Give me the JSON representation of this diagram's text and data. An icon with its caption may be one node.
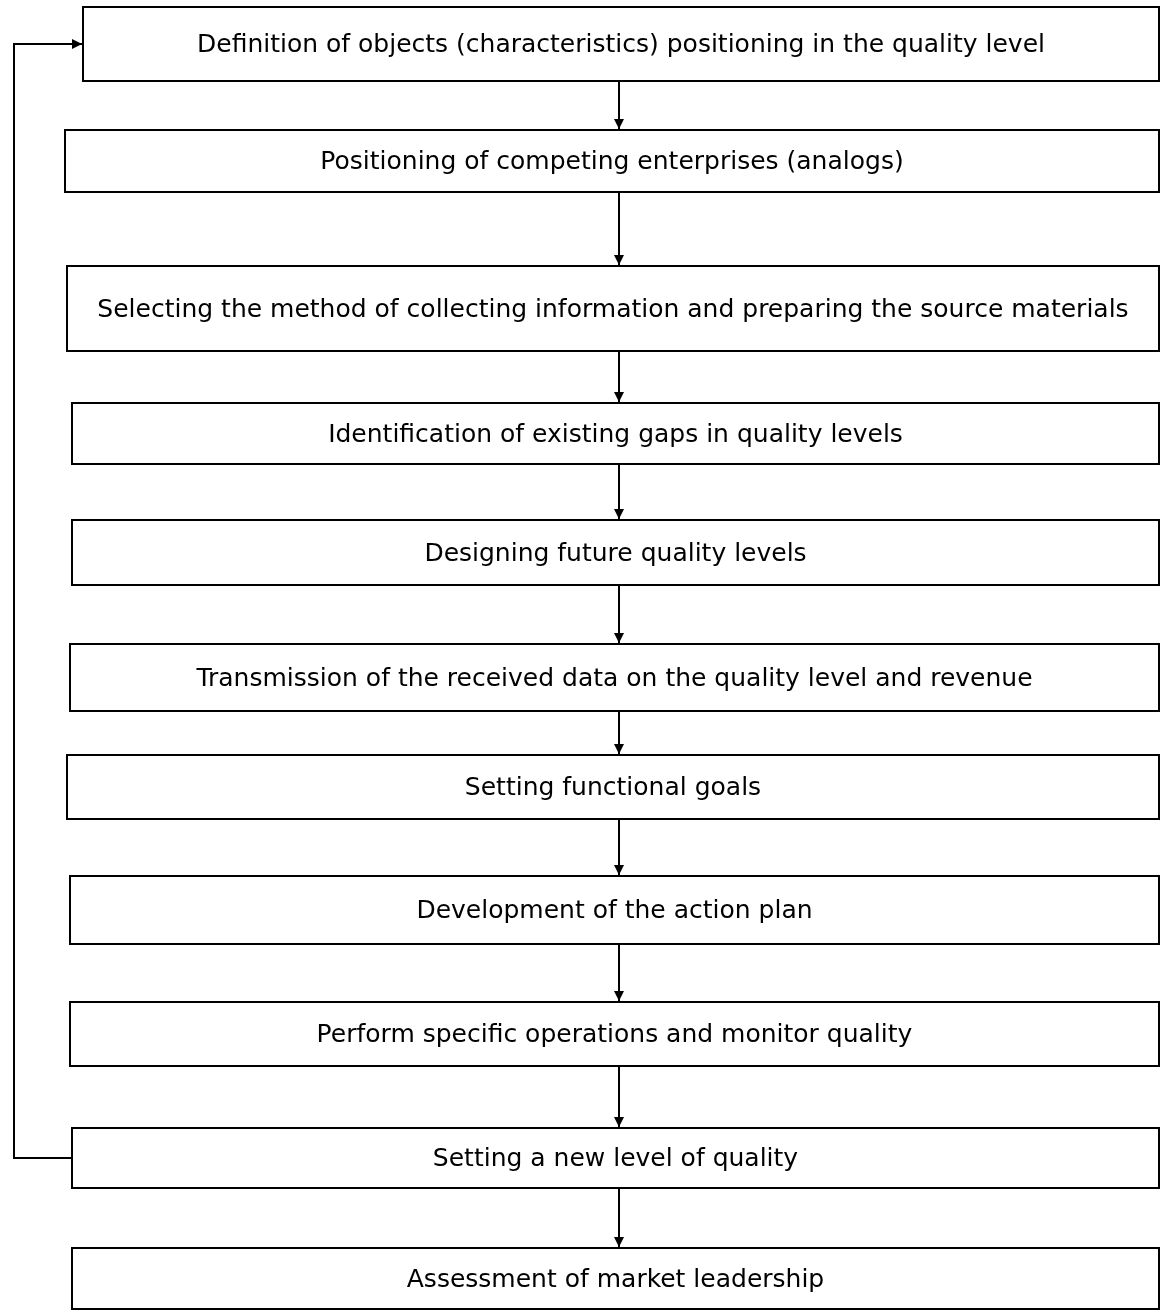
{
  "diagram": {
    "nodes": [
      {
        "text": [
          "Definition of objects (characteristics) positioning in the quality level"
        ]
      },
      {
        "text": [
          "Positioning of competing enterprises (analogs)"
        ]
      },
      {
        "text": [
          "Selecting the method of collecting information and preparing the source materials"
        ]
      },
      {
        "text": [
          "Identification of existing gaps in quality levels"
        ]
      },
      {
        "text": [
          "Designing future quality levels"
        ]
      },
      {
        "text": [
          "Transmission of the received data on the quality level and revenue"
        ]
      },
      {
        "text": [
          "Setting functional goals"
        ]
      },
      {
        "text": [
          "Development of the action plan"
        ]
      },
      {
        "text": [
          "Perform specific operations and monitor quality"
        ]
      },
      {
        "text": [
          "Setting a new level of quality"
        ]
      },
      {
        "text": [
          "Assessment of market leadership"
        ]
      }
    ],
    "edges": [
      {
        "from": 0,
        "to": 1,
        "arrow": "to"
      },
      {
        "from": 1,
        "to": 2,
        "arrow": "to"
      },
      {
        "from": 2,
        "to": 3,
        "arrow": "to"
      },
      {
        "from": 3,
        "to": 4,
        "arrow": "to"
      },
      {
        "from": 4,
        "to": 5,
        "arrow": "to"
      },
      {
        "from": 5,
        "to": 6,
        "arrow": "to"
      },
      {
        "from": 6,
        "to": 7,
        "arrow": "to"
      },
      {
        "from": 7,
        "to": 8,
        "arrow": "to"
      },
      {
        "from": 8,
        "to": 9,
        "arrow": "to"
      },
      {
        "from": 9,
        "to": 10,
        "arrow": "to"
      },
      {
        "from": 9,
        "to": 0,
        "arrow": "to"
      }
    ]
  }
}
